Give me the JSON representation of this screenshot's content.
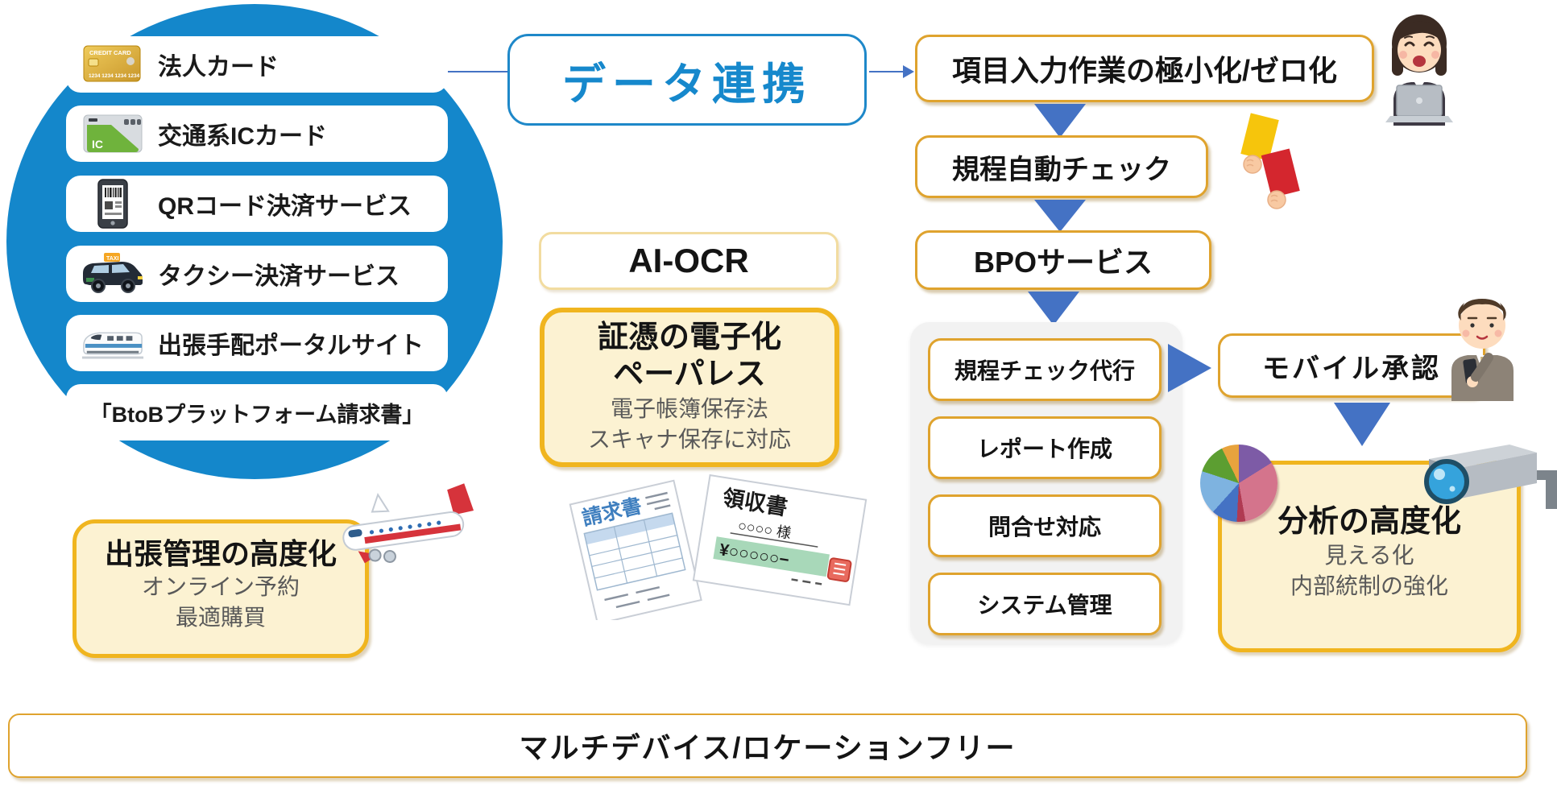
{
  "colors": {
    "circle_blue": "#1487CB",
    "link_blue": "#1E88C9",
    "arrow_blue": "#4472C4",
    "gold_border": "#DFA32E",
    "gold_thick": "#F0B51F",
    "cream_fill": "#FCF2D2",
    "panel_gray": "#F2F2F2",
    "subtext_gray": "#595959"
  },
  "sources": {
    "items": [
      {
        "label": "法人カード",
        "icon": "credit-card-icon"
      },
      {
        "label": "交通系ICカード",
        "icon": "transit-ic-card-icon"
      },
      {
        "label": "QRコード決済サービス",
        "icon": "qr-payment-phone-icon"
      },
      {
        "label": "タクシー決済サービス",
        "icon": "taxi-icon"
      },
      {
        "label": "出張手配ポータルサイト",
        "icon": "shinkansen-icon"
      },
      {
        "label": "「BtoBプラットフォーム請求書」",
        "icon": null
      }
    ]
  },
  "data_link": {
    "label": "データ連携"
  },
  "flow": {
    "step1": {
      "label": "項目入力作業の極小化/ゼロ化"
    },
    "step2": {
      "label": "規程自動チェック"
    },
    "step3": {
      "label": "BPOサービス"
    }
  },
  "bpo": {
    "items": [
      {
        "label": "規程チェック代行"
      },
      {
        "label": "レポート作成"
      },
      {
        "label": "問合せ対応"
      },
      {
        "label": "システム管理"
      }
    ]
  },
  "mobile": {
    "label": "モバイル承認"
  },
  "analysis": {
    "title": "分析の高度化",
    "sub1": "見える化",
    "sub2": "内部統制の強化"
  },
  "ai_ocr": {
    "label": "AI-OCR"
  },
  "evidence": {
    "title1": "証憑の電子化",
    "title2": "ペーパレス",
    "sub1": "電子帳簿保存法",
    "sub2": "スキャナ保存に対応"
  },
  "travel": {
    "title": "出張管理の高度化",
    "sub1": "オンライン予約",
    "sub2": "最適購買"
  },
  "bottom": {
    "label": "マルチデバイス/ロケーションフリー"
  },
  "art": {
    "credit_card_brand": "CREDIT CARD",
    "credit_card_number": "1234 1234 1234 1234",
    "ic_card_label": "IC",
    "taxi_sign": "TAXI",
    "invoice_title": "請求書",
    "receipt_title": "領収書",
    "receipt_name": "○○○○ 様",
    "receipt_amount": "¥○○○○○−"
  }
}
